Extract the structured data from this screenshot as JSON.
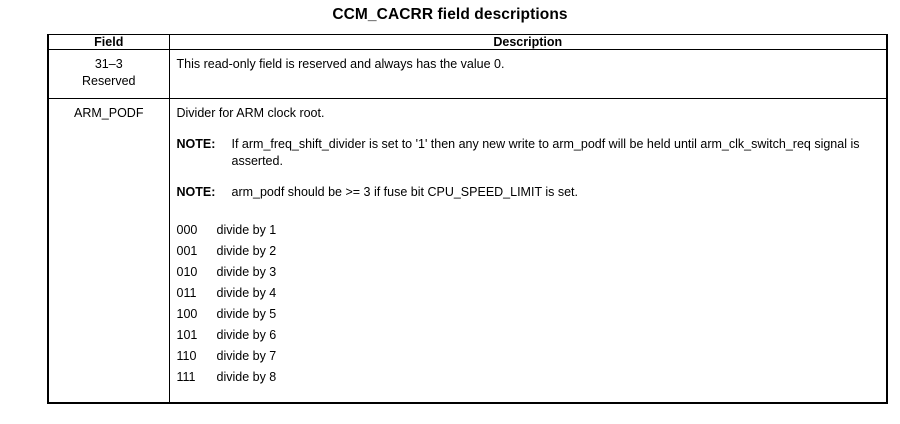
{
  "document": {
    "title": "CCM_CACRR field descriptions"
  },
  "table": {
    "headers": {
      "field": "Field",
      "description": "Description"
    },
    "rows": [
      {
        "field_lines": [
          "31–3",
          "Reserved"
        ],
        "description": {
          "lead_lines": [
            "This read-only field is reserved and always has the value 0."
          ],
          "notes": [],
          "dividers": []
        }
      },
      {
        "field_lines": [
          "ARM_PODF"
        ],
        "description": {
          "lead_lines": [
            "Divider for ARM clock root."
          ],
          "notes": [
            {
              "label": "NOTE:",
              "text": "If arm_freq_shift_divider is set to '1' then any new write to arm_podf will be held until arm_clk_switch_req signal is asserted."
            },
            {
              "label": "NOTE:",
              "text": "arm_podf should be >= 3 if fuse bit CPU_SPEED_LIMIT is set."
            }
          ],
          "dividers": [
            {
              "code": "000",
              "label": "divide by 1"
            },
            {
              "code": "001",
              "label": "divide by 2"
            },
            {
              "code": "010",
              "label": "divide by 3"
            },
            {
              "code": "011",
              "label": "divide by 4"
            },
            {
              "code": "100",
              "label": "divide by 5"
            },
            {
              "code": "101",
              "label": "divide by 6"
            },
            {
              "code": "110",
              "label": "divide by 7"
            },
            {
              "code": "111",
              "label": "divide by 8"
            }
          ]
        }
      }
    ]
  }
}
